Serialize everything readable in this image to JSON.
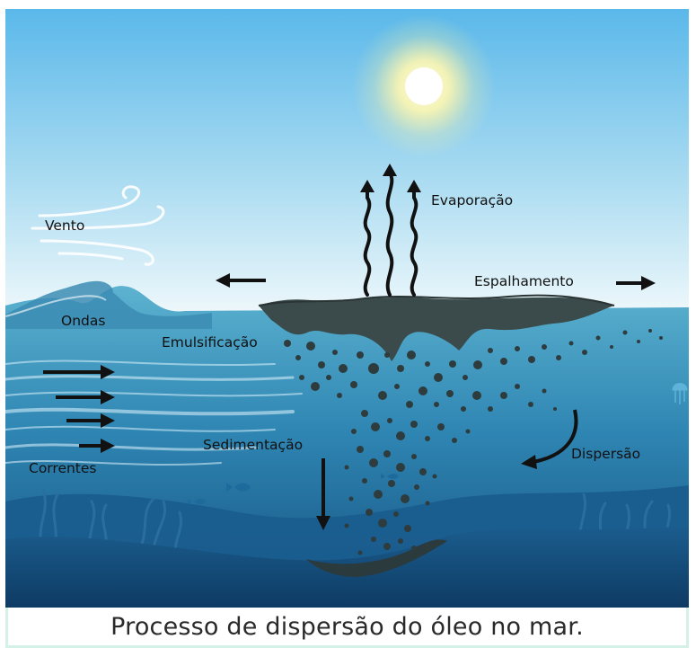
{
  "labels": {
    "evaporation": "Evaporação",
    "wind": "Vento",
    "spreading": "Espalhamento",
    "waves": "Ondas",
    "emulsification": "Emulsificação",
    "sedimentation": "Sedimentação",
    "dispersion": "Dispersão",
    "currents": "Correntes"
  },
  "caption": "Processo de dispersão do óleo no mar.",
  "colors": {
    "sky_top": "#58b6e8",
    "sky_bottom": "#eaf7fb",
    "sea_surface": "#4aa6c6",
    "sea_deep": "#15507f",
    "seabed": "#0f3f6a",
    "oil": "#3a4a4a",
    "sun": "#ffffff",
    "caption_border": "#d3f1e6"
  },
  "icons": [
    "sun-icon",
    "wind-icon",
    "wave-icon",
    "fish-icon",
    "jellyfish-icon",
    "seaweed-icon",
    "arrow-icon"
  ]
}
